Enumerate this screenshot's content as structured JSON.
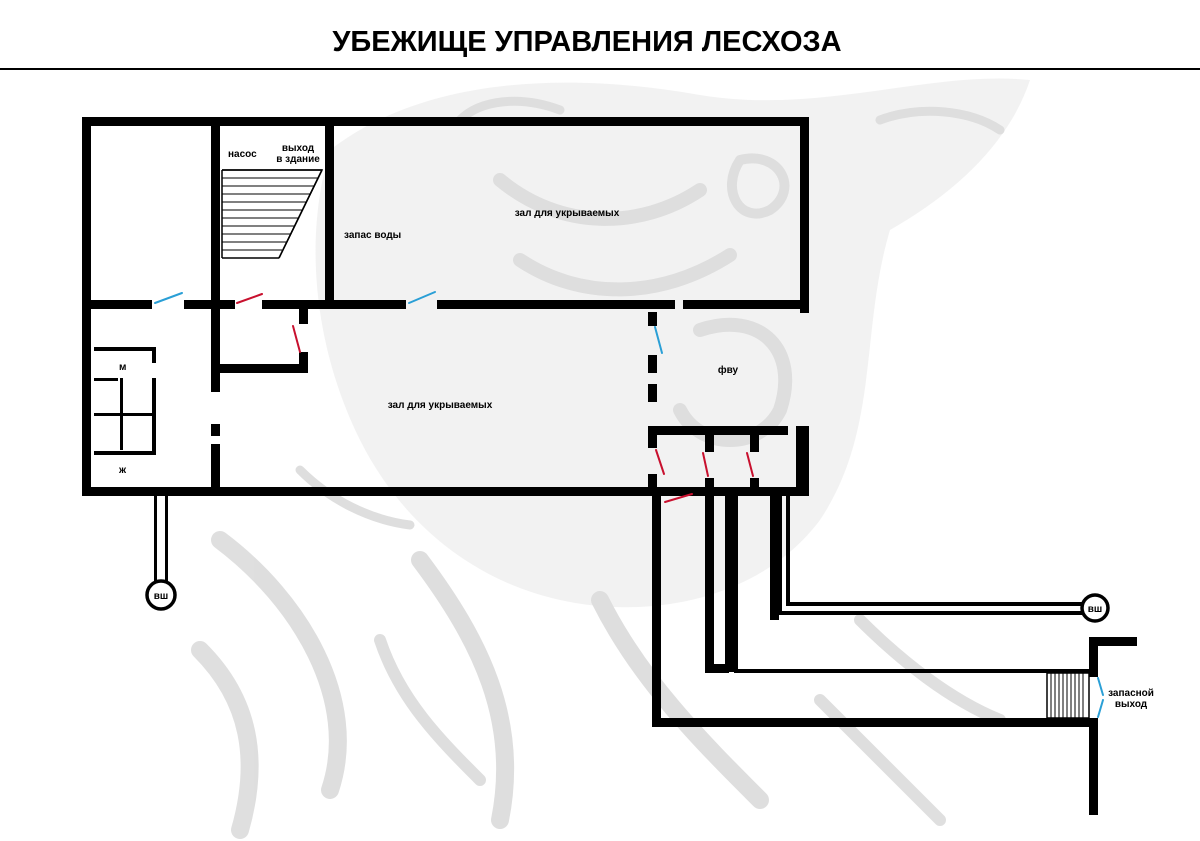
{
  "title": "УБЕЖИЩЕ УПРАВЛЕНИЯ ЛЕСХОЗА",
  "labels": {
    "pump": "насос",
    "exit_line1": "выход",
    "exit_line2": "в здание",
    "water": "запас воды",
    "hall_top": "зал для укрываемых",
    "hall_main": "зал для укрываемых",
    "fvu": "фву",
    "men": "м",
    "women": "ж",
    "shaft_left": "вш",
    "shaft_right": "вш",
    "spare_line1": "запасной",
    "spare_line2": "выход"
  },
  "colors": {
    "wall": "#000000",
    "door": "#2a9fd6",
    "hermetic_door": "#c8102e",
    "watermark": "#d9d9d9"
  }
}
